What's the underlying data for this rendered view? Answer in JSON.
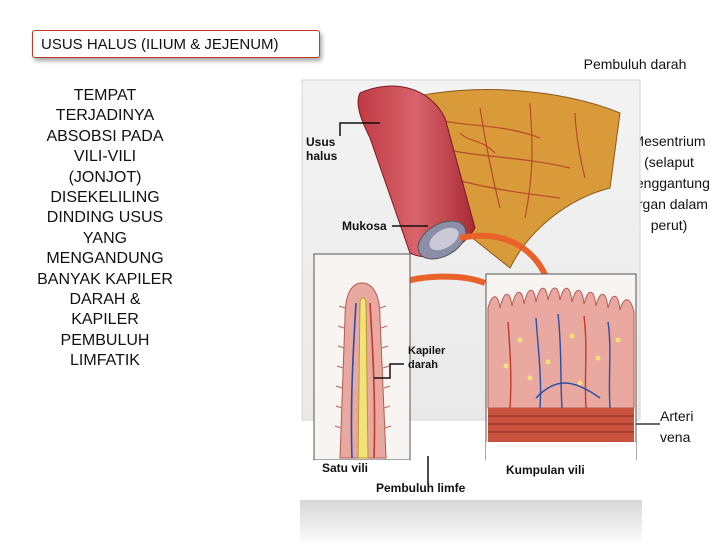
{
  "title": "USUS HALUS (ILIUM & JEJENUM)",
  "left_text": "TEMPAT\nTERJADINYA\nABSOBSI PADA\nVILI-VILI\n(JONJOT)\nDISEKELILING\nDINDING USUS\nYANG\nMENGANDUNG\nBANYAK KAPILER\nDARAH &\nKAPILER\nPEMBULUH\nLIMFATIK",
  "callouts": {
    "pembuluh_darah": "Pembuluh darah",
    "mesentrium": "Mesentrium\n(selaput\npenggantung\norgan dalam\nperut)",
    "arteri_vena": "Arteri\nvena"
  },
  "figure_labels": {
    "usus_halus": "Usus\nhalus",
    "mukosa": "Mukosa",
    "kapiler_darah": "Kapiler\ndarah",
    "satu_vili": "Satu vili",
    "kumpulan_vili": "Kumpulan vili",
    "pembuluh_limfe": "Pembuluh limfe"
  },
  "colors": {
    "title_border": "#c0392b",
    "intestine": "#b8323c",
    "mesentery": "#d99a3a",
    "arrow": "#e8622a",
    "villi_pink": "#e9a9a0",
    "capillary_blue": "#2b4fa8"
  }
}
